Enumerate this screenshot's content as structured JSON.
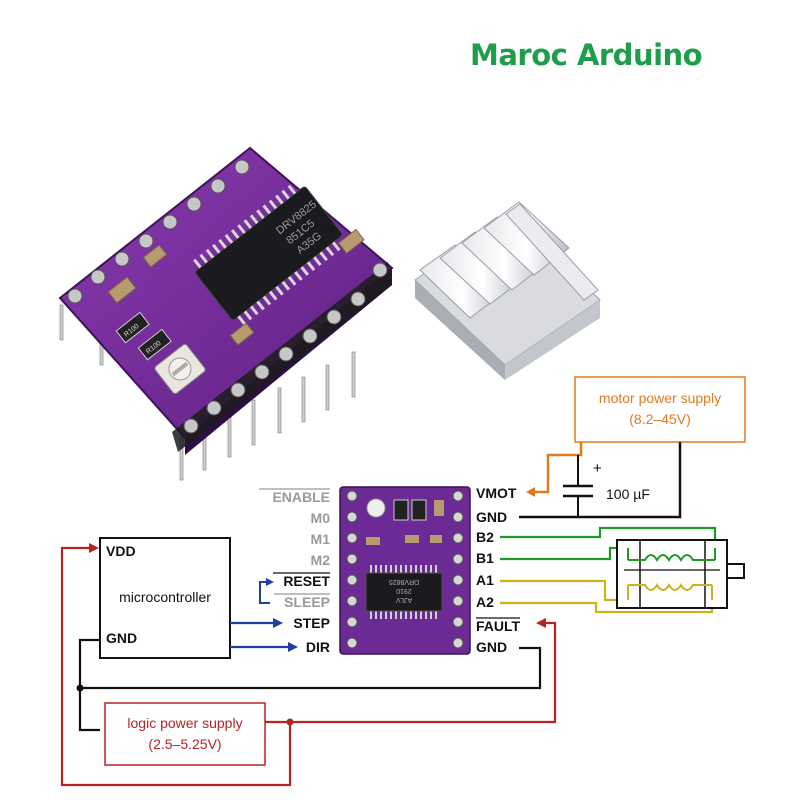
{
  "brand": {
    "text": "Maroc Arduino",
    "color": "#1f9e4a"
  },
  "board_top": {
    "chip_lines": [
      "DRV8825",
      "851C5",
      "A35G"
    ],
    "resistors": [
      "R100",
      "R100"
    ],
    "chip_color": "#7b2f9c"
  },
  "chip_small": {
    "lines": [
      "DRV8825",
      "2910",
      "AJLV"
    ]
  },
  "left_pins": {
    "enable": "ENABLE",
    "m0": "M0",
    "m1": "M1",
    "m2": "M2",
    "reset": "RESET",
    "sleep": "SLEEP",
    "step": "STEP",
    "dir": "DIR"
  },
  "right_pins": {
    "vmot": "VMOT",
    "gnd1": "GND",
    "b2": "B2",
    "b1": "B1",
    "a1": "A1",
    "a2": "A2",
    "fault": "FAULT",
    "gnd2": "GND"
  },
  "microcontroller": {
    "vdd": "VDD",
    "label": "microcontroller",
    "gnd": "GND"
  },
  "motor_supply": {
    "title": "motor power supply",
    "range": "(8.2–45V)",
    "color": "#e07b1f"
  },
  "capacitor": {
    "plus": "+",
    "value": "100 µF"
  },
  "logic_supply": {
    "title": "logic power supply",
    "range": "(2.5–5.25V)",
    "color": "#b52323"
  },
  "colors": {
    "coil_b": "#1e9a2a",
    "coil_a": "#c9b41a",
    "signal": "#1f3fa0",
    "ground": "#111111",
    "disabled_label": "#9a9a9a"
  }
}
